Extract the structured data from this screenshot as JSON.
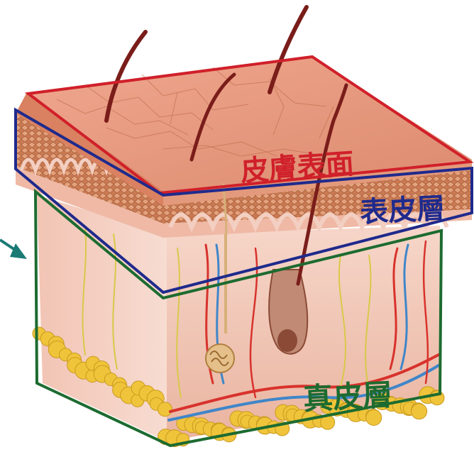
{
  "labels": {
    "surface": "皮膚表面",
    "epidermis": "表皮層",
    "dermis": "真皮層"
  },
  "colors": {
    "surface_outline": "#d0202a",
    "epidermis_outline": "#1f2a8c",
    "dermis_outline": "#1d6b30",
    "arrow": "#1b7a74",
    "skin_top": "#e8957a",
    "dermis_fill": "#f3cfc2",
    "fat": "#f0c43a",
    "vessel_red": "#d8322c",
    "vessel_blue": "#3f86c9",
    "nerve": "#d8c94a",
    "hair": "#7a1d1a"
  },
  "icons": {
    "pointer": "arrow-icon"
  }
}
